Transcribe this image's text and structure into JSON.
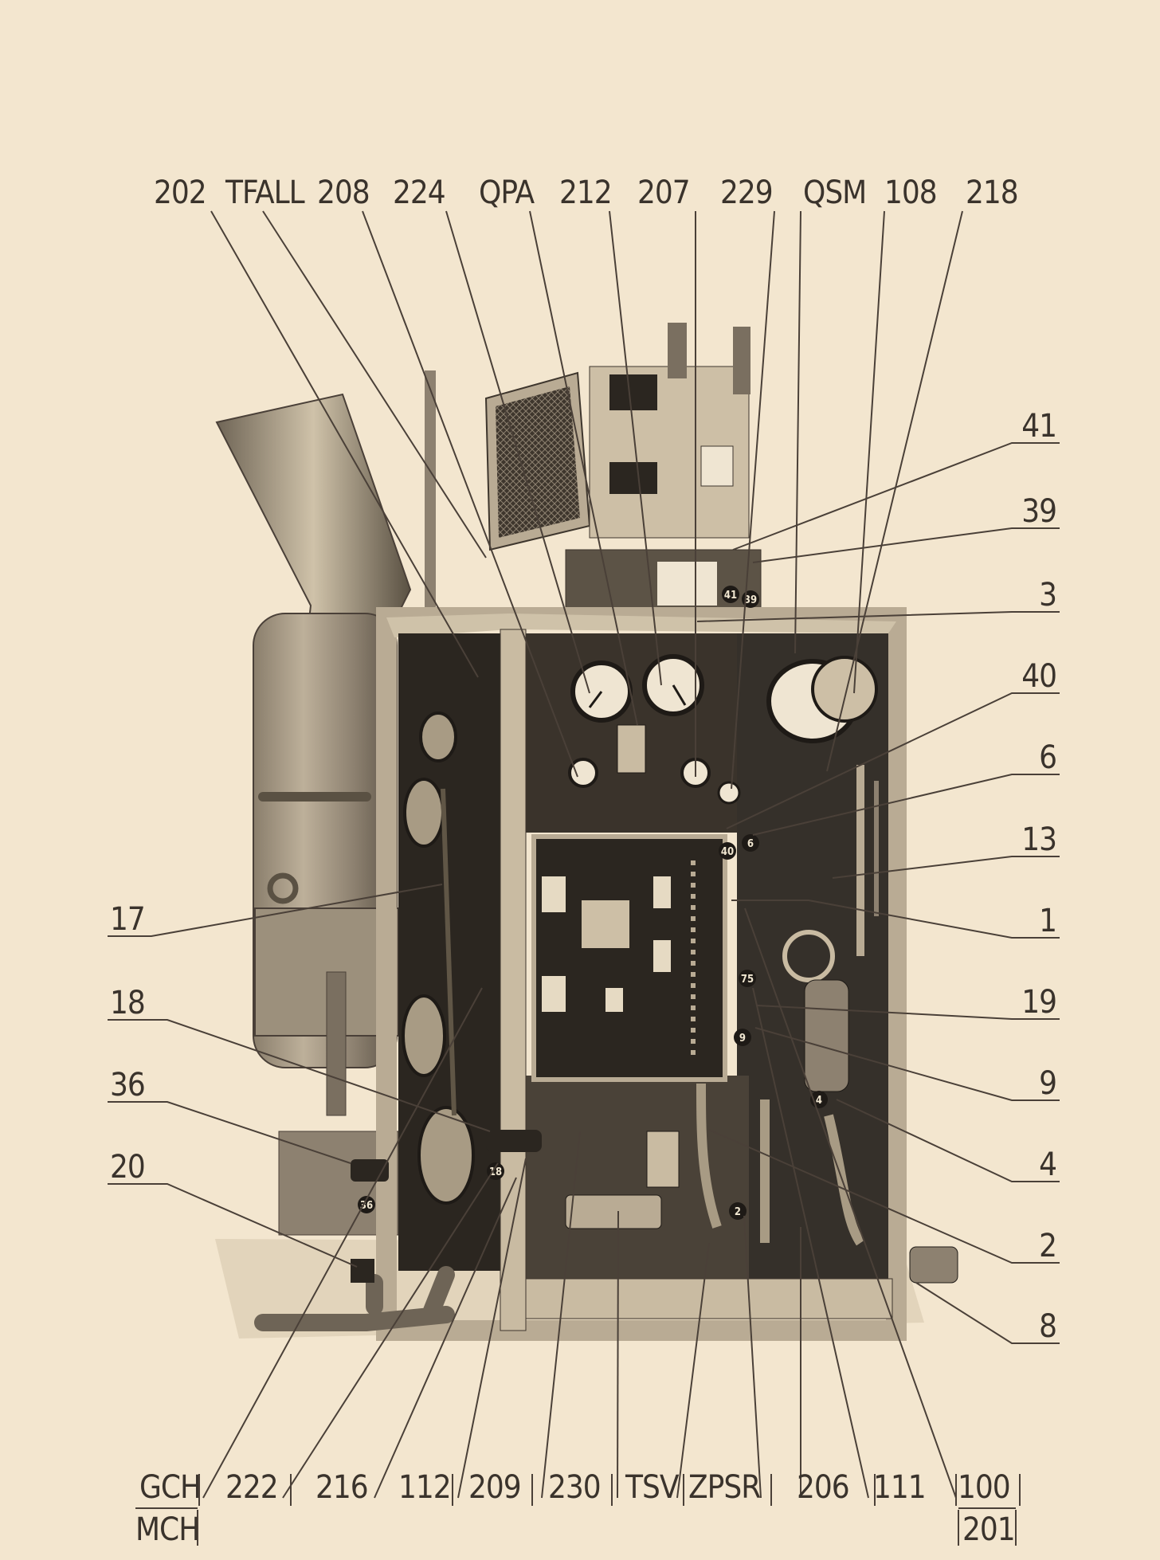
{
  "labels": {
    "top": [
      "202",
      "TFALL",
      "208",
      "224",
      "QPA",
      "212",
      "207",
      "229",
      "QSM",
      "108",
      "218"
    ],
    "right": [
      "41",
      "39",
      "3",
      "40",
      "6",
      "13",
      "1",
      "19",
      "9",
      "4",
      "2",
      "8"
    ],
    "left": [
      "17",
      "18",
      "36",
      "20"
    ],
    "bottom": [
      "GCH",
      "222",
      "216",
      "112",
      "209",
      "230",
      "TSV",
      "ZPSR",
      "206",
      "111",
      "100"
    ],
    "bottom_second_row": [
      "MCH",
      "201"
    ]
  },
  "badges": [
    "41",
    "39",
    "40",
    "6",
    "75",
    "9",
    "4",
    "2",
    "18",
    "36"
  ],
  "colors": {
    "paper": "#f3e6cf",
    "ink": "#3a332c",
    "machine_dark": "#2b2620",
    "machine_mid": "#6e6456",
    "machine_light": "#c9bba2"
  }
}
